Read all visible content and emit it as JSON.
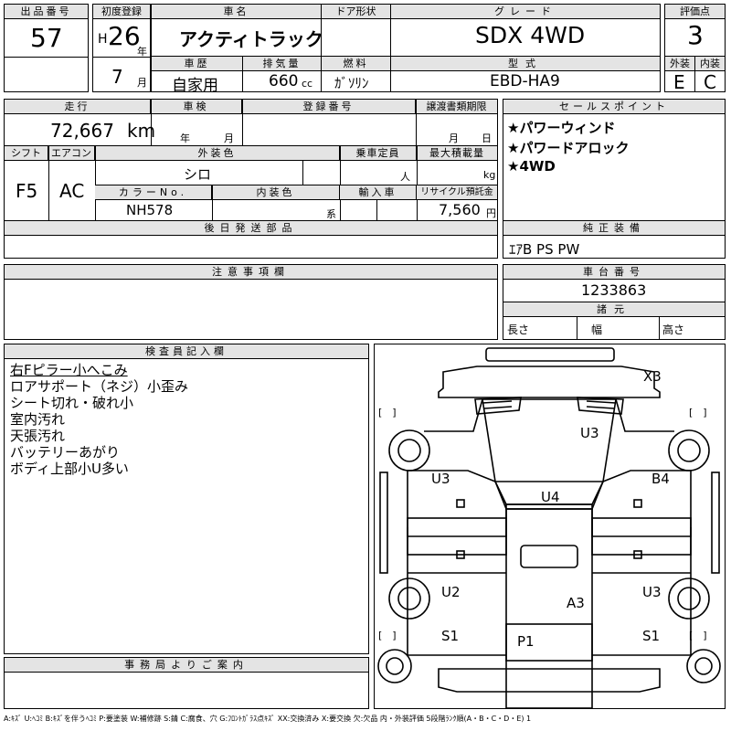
{
  "header": {
    "lot_label": "出品番号",
    "lot_no": "57",
    "reg_label": "初度登録",
    "era": "H",
    "year": "26",
    "year_unit": "年",
    "month": "7",
    "month_unit": "月",
    "name_label": "車名",
    "car_name": "アクティトラック",
    "door_label": "ドア形状",
    "door_value": "",
    "grade_label": "グレード",
    "grade": "SDX 4WD",
    "score_label": "評価点",
    "score": "3",
    "history_label": "車歴",
    "history": "自家用",
    "disp_label": "排気量",
    "displacement": "660",
    "disp_unit": "cc",
    "fuel_label": "燃料",
    "fuel": "ｶﾞｿﾘﾝ",
    "model_label": "型式",
    "model_code": "EBD-HA9",
    "ext_label": "外装",
    "ext_grade": "E",
    "int_label": "内装",
    "int_grade": "C"
  },
  "spec": {
    "mileage_label": "走行",
    "mileage": "72,667",
    "mileage_unit": "km",
    "inspection_label": "車検",
    "insp_year": "年",
    "insp_month": "月",
    "plate_label": "登録番号",
    "plate_value": "",
    "transfer_label": "譲渡書類期限",
    "transfer_month": "月",
    "transfer_day": "日",
    "shift_label": "シフト",
    "shift": "F5",
    "ac_label": "エアコン",
    "ac": "AC",
    "color_label": "外装色",
    "color": "シロ",
    "capacity_label": "乗車定員",
    "capacity_unit": "人",
    "load_label": "最大積載量",
    "load_unit": "kg",
    "color_no_label": "カラーNo.",
    "color_no": "NH578",
    "int_color_label": "内装色",
    "int_color_unit": "系",
    "import_label": "輸入車",
    "recycle_label": "リサイクル預託金",
    "recycle_fee": "7,560",
    "recycle_unit": "円",
    "later_label": "後日発送部品"
  },
  "sales": {
    "label": "セールスポイント",
    "items": [
      "★パワーウィンド",
      "★パワードアロック",
      "★4WD"
    ]
  },
  "equipment": {
    "label": "純正装備",
    "value": "ｴｱB PS PW"
  },
  "chassis": {
    "label": "車台番号",
    "number": "1233863",
    "dims_label": "諸元",
    "length_label": "長さ",
    "width_label": "幅",
    "height_label": "高さ"
  },
  "caution": {
    "label": "注意事項欄"
  },
  "inspector": {
    "label": "検査員記入欄",
    "notes": [
      "右Fピラー小へこみ",
      "ロアサポート（ネジ）小歪み",
      "シート切れ・破れ小",
      "室内汚れ",
      "天張汚れ",
      "バッテリーあがり",
      "ボディ上部小U多い"
    ]
  },
  "office": {
    "label": "事務局よりご案内"
  },
  "diagram": {
    "marks": [
      "X3",
      "U3",
      "U3",
      "B4",
      "U4",
      "U2",
      "A3",
      "U3",
      "S1",
      "P1",
      "S1"
    ],
    "bracket": "[　]"
  },
  "legend": "A:ｷｽﾞ U:ﾍｺﾐ B:ｷｽﾞを伴うﾍｺﾐ P:要塗装 W:補修跡 S:錆 C:腐食、穴 G:ﾌﾛﾝﾄｶﾞﾗｽ点ｷｽﾞ XX:交換済み X:要交換 欠:欠品 内・外装評価 5段階ﾗﾝｸ順(A・B・C・D・E) 1"
}
